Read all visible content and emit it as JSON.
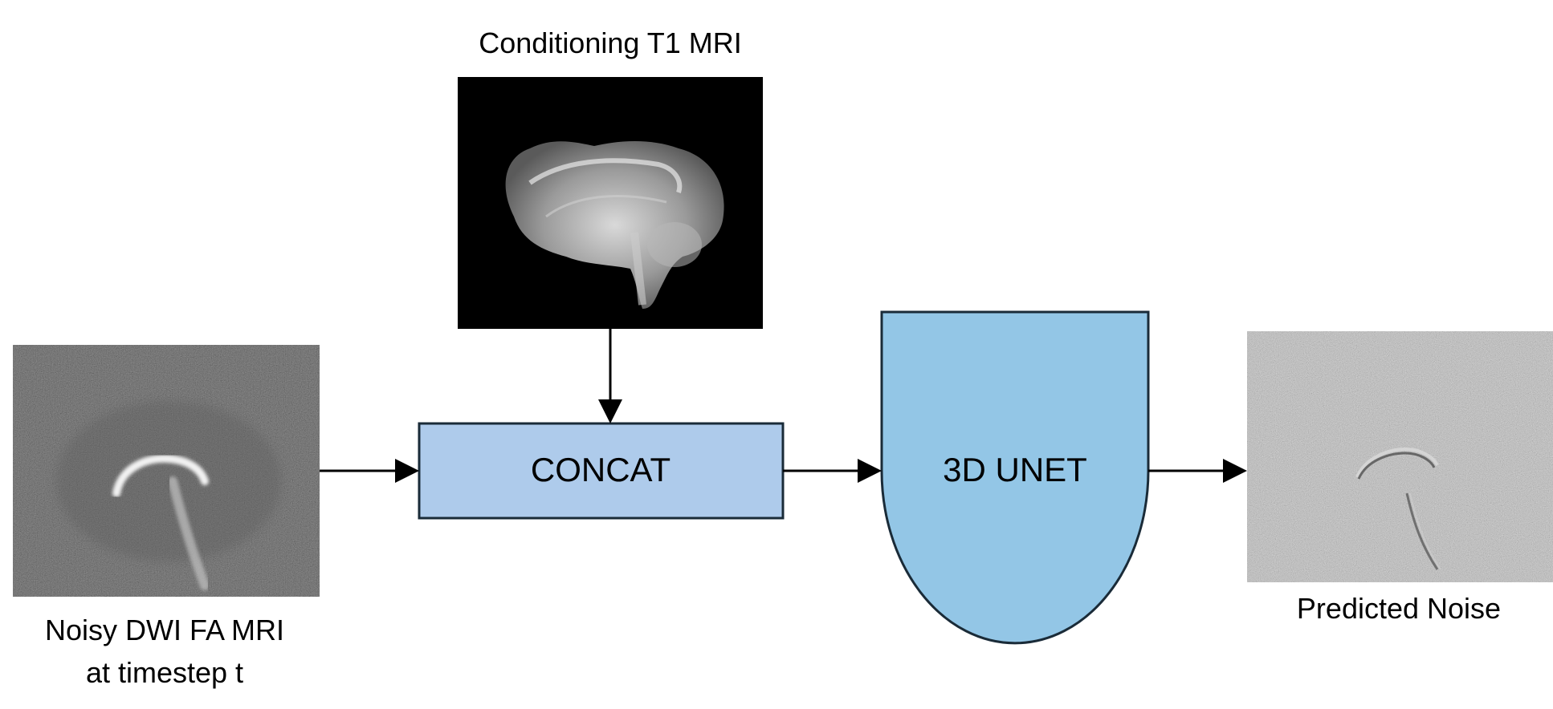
{
  "labels": {
    "t1": "Conditioning T1 MRI",
    "noisy_line1": "Noisy DWI FA MRI",
    "noisy_line2": "at timestep t",
    "predicted": "Predicted Noise"
  },
  "blocks": {
    "concat": "CONCAT",
    "unet": "3D UNET"
  },
  "colors": {
    "concat_fill": "#aecbeb",
    "unet_fill": "#93c6e6",
    "stroke": "#1a2b38",
    "arrow": "#000000"
  }
}
